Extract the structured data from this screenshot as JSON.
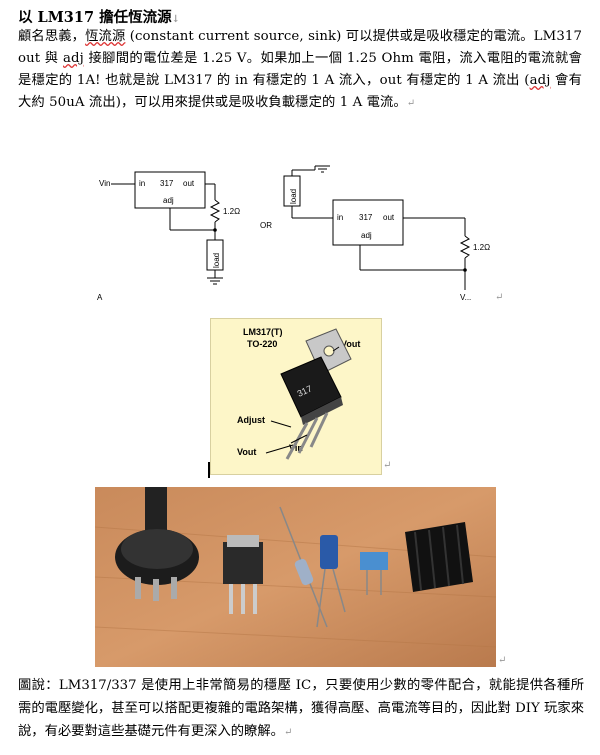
{
  "title": "以 LM317 擔任恆流源",
  "title_mark": "↓",
  "paragraph": {
    "p1": "顧名思義，",
    "p1_u": "恆流源",
    "p2": " (constant current source, sink) 可以提供或是吸收穩定的電流。LM317 out 與 ",
    "p2_adj": "adj",
    "p3": " 接腳間的電位差是 1.25 V。如果加上一個 1.25 Ohm 電阻，流入電阻的電流就會是穩定的 1A! 也就是說 LM317 的 in 有穩定的 1 A 流入，out 有穩定的 1 A 流出 (",
    "p3_adj": "adj",
    "p4": " 會有大約 50uA 流出)，可以用來提供或是吸收負載穩定的 1 A 電流。",
    "mark": "↵"
  },
  "circuit": {
    "vin": "Vin",
    "in": "in",
    "chip": "317",
    "out": "out",
    "adj": "adj",
    "res": "1.2Ω",
    "load": "load",
    "or": "OR",
    "label_a": "A",
    "vout": "V..."
  },
  "package": {
    "title": "LM317(T)",
    "subtitle": "TO-220",
    "vout_top": "Vout",
    "adjust": "Adjust",
    "vout_bottom": "Vout",
    "vin": "Vin",
    "chip_text": "317"
  },
  "caption": "圖說：LM317/337 是使用上非常簡易的穩壓 IC，只要使用少數的零件配合，就能提供各種所需的電壓變化，甚至可以搭配更複雜的電路架構，獲得高壓、高電流等目的，因此對 DIY 玩家來說，有必要對這些基礎元件有更深入的瞭解。",
  "caption_mark": "↵",
  "return_mark": "↵"
}
